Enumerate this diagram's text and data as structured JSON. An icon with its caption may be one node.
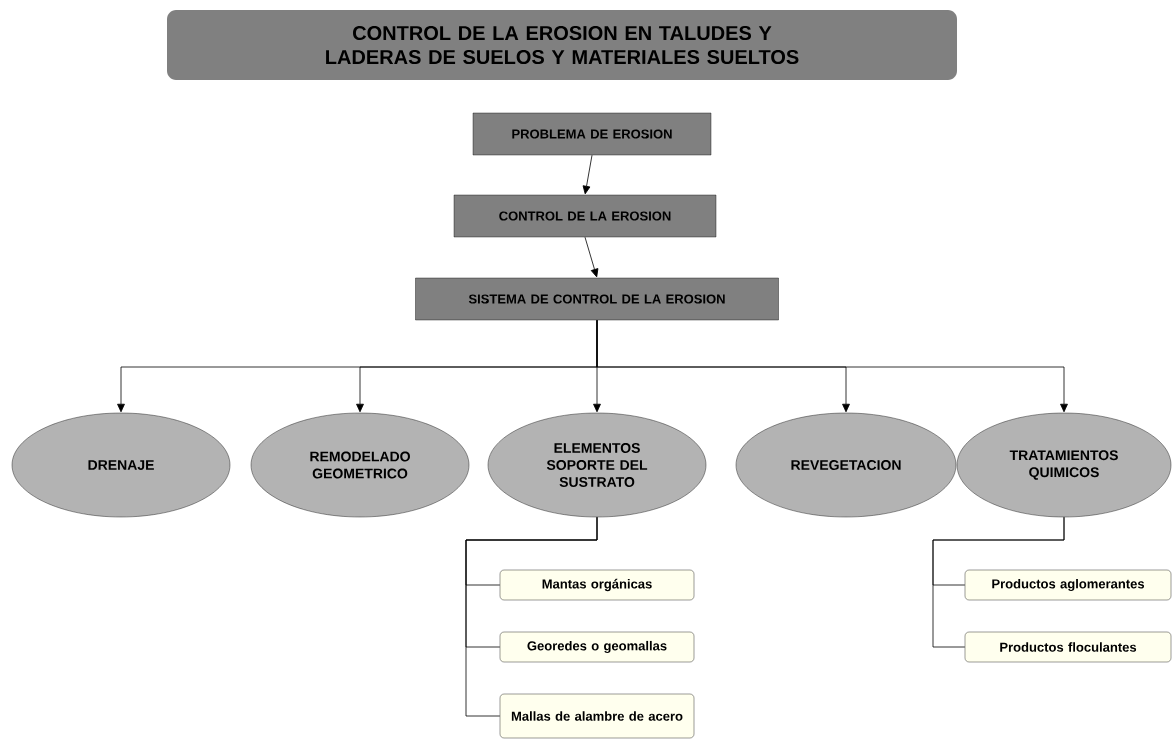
{
  "diagram": {
    "title": "CONTROL DE LA EROSION EN TALUDES Y LADERAS DE SUELOS Y MATERIALES SUELTOS",
    "nodes": [
      {
        "text": [
          "PROBLEMA DE EROSION"
        ]
      },
      {
        "text": [
          "CONTROL DE LA EROSION"
        ]
      },
      {
        "text": [
          "SISTEMA DE CONTROL DE LA EROSION"
        ]
      },
      {
        "text": [
          "DRENAJE"
        ]
      },
      {
        "text": [
          "REMODELADO GEOMETRICO"
        ]
      },
      {
        "text": [
          "ELEMENTOS SOPORTE DEL SUSTRATO"
        ]
      },
      {
        "text": [
          "REVEGETACION"
        ]
      },
      {
        "text": [
          "TRATAMIENTOS QUIMICOS"
        ]
      },
      {
        "text": [
          "Mantas orgánicas"
        ]
      },
      {
        "text": [
          "Georedes o geomallas"
        ]
      },
      {
        "text": [
          "Mallas de alambre de acero"
        ]
      },
      {
        "text": [
          "Productos aglomerantes"
        ]
      },
      {
        "text": [
          "Productos floculantes"
        ]
      }
    ],
    "edges": [
      {
        "from": 0,
        "to": 1,
        "arrow": "to"
      },
      {
        "from": 1,
        "to": 2,
        "arrow": "to"
      },
      {
        "from": 2,
        "to": 3,
        "arrow": "to"
      },
      {
        "from": 2,
        "to": 4,
        "arrow": "to"
      },
      {
        "from": 2,
        "to": 5,
        "arrow": "to"
      },
      {
        "from": 2,
        "to": 6,
        "arrow": "to"
      },
      {
        "from": 2,
        "to": 7,
        "arrow": "to"
      },
      {
        "from": 5,
        "to": 8,
        "arrow": "none"
      },
      {
        "from": 5,
        "to": 9,
        "arrow": "none"
      },
      {
        "from": 5,
        "to": 10,
        "arrow": "none"
      },
      {
        "from": 7,
        "to": 11,
        "arrow": "none"
      },
      {
        "from": 7,
        "to": 12,
        "arrow": "none"
      }
    ]
  }
}
